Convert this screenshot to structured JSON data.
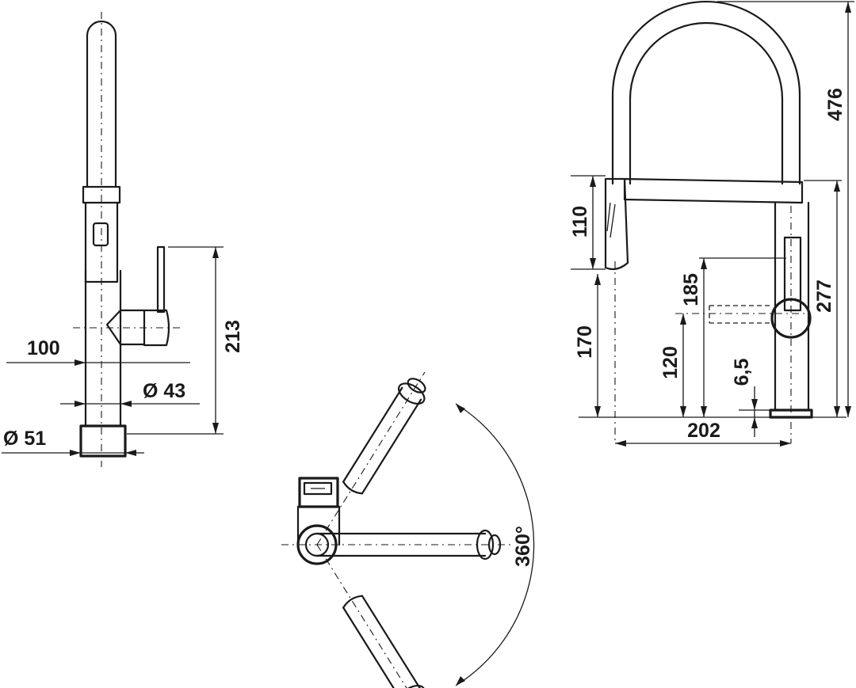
{
  "dimensions": {
    "front_view": {
      "base_diameter": "Ø 51",
      "body_diameter": "Ø 43",
      "lever_offset": "100",
      "lever_height": "213"
    },
    "side_view": {
      "total_height": "476",
      "spout_height": "277",
      "spray_length": "110",
      "outlet_height": "170",
      "lever_top": "185",
      "lever_axis": "120",
      "base_thickness": "6,5",
      "reach": "202"
    },
    "top_view": {
      "swivel_angle": "360°"
    }
  }
}
